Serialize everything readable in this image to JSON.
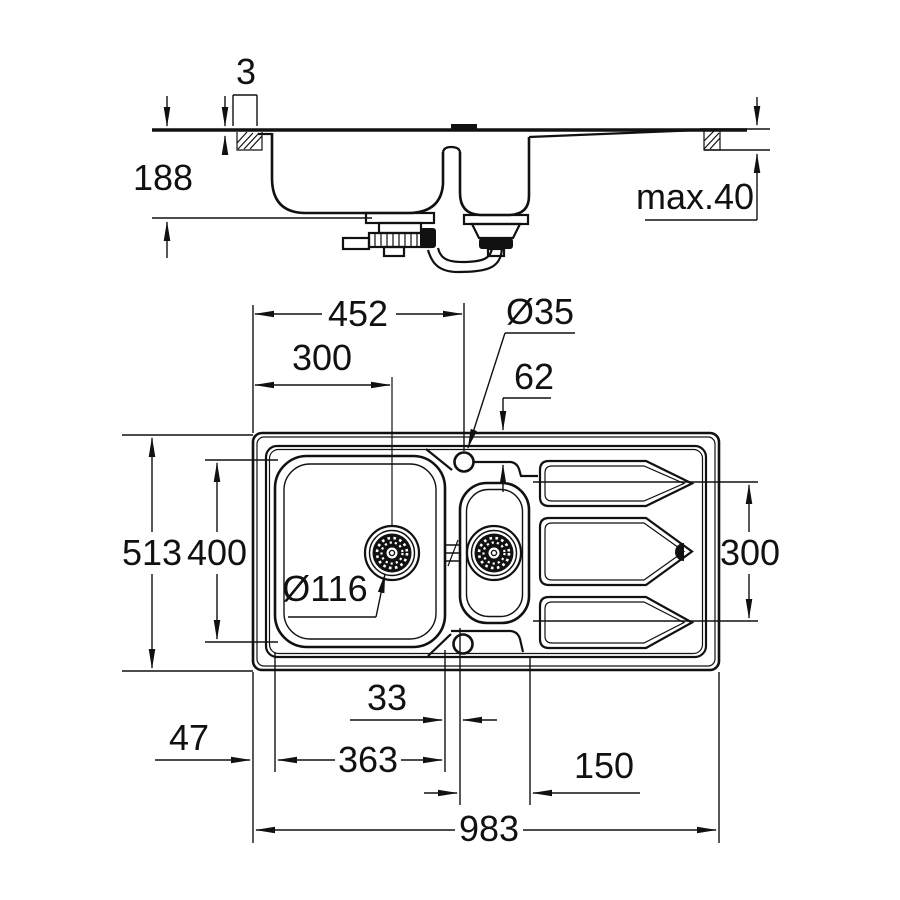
{
  "drawing_type": "sink-installation-dimension-drawing",
  "colors": {
    "line": "#111111",
    "background": "#ffffff"
  },
  "side_view": {
    "rim_height_label": "3",
    "depth_label": "188",
    "worktop_max_label": "max.40"
  },
  "plan_view": {
    "tap_offset_label": "452",
    "bowl_center_label": "300",
    "tap_hole_label": "Ø35",
    "tap_depth_label": "62",
    "overall_depth_label": "513",
    "bowl_length_label": "400",
    "drain_label": "Ø116",
    "drainer_depth_label": "300",
    "gap_label": "33",
    "edge_offset_label": "47",
    "bowl_width_label": "363",
    "half_bowl_label": "150",
    "overall_width_label": "983"
  }
}
